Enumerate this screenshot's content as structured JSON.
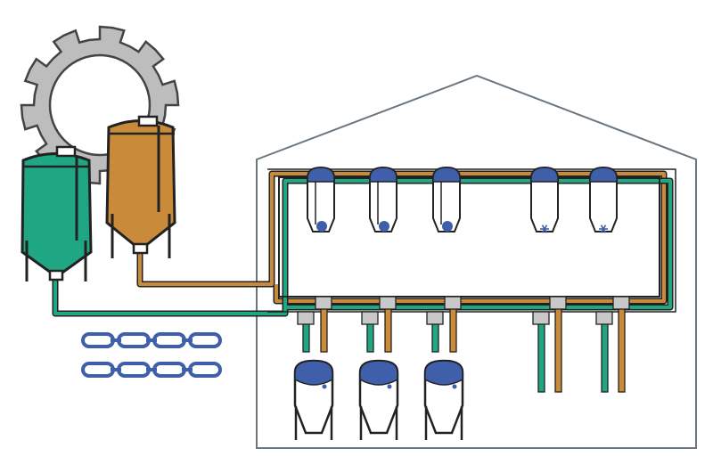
{
  "colors": {
    "green": "#1fa784",
    "amber": "#c98a3a",
    "blue": "#3f5faa",
    "gear": "#bdbdbd",
    "outline": "#222222",
    "house": "#6b7780",
    "connector": "#c8c8c8"
  },
  "icons": {
    "gear": "gear-icon",
    "chain": "chain-link-icon",
    "fan": "fan-icon"
  },
  "components": {
    "silos": [
      {
        "name": "green-silo",
        "color": "green"
      },
      {
        "name": "amber-silo",
        "color": "amber"
      }
    ],
    "feeders_with_ball": 3,
    "feeders_with_fan": 2,
    "feed_tanks": 3,
    "drop_lines": 5,
    "chains": 2
  }
}
